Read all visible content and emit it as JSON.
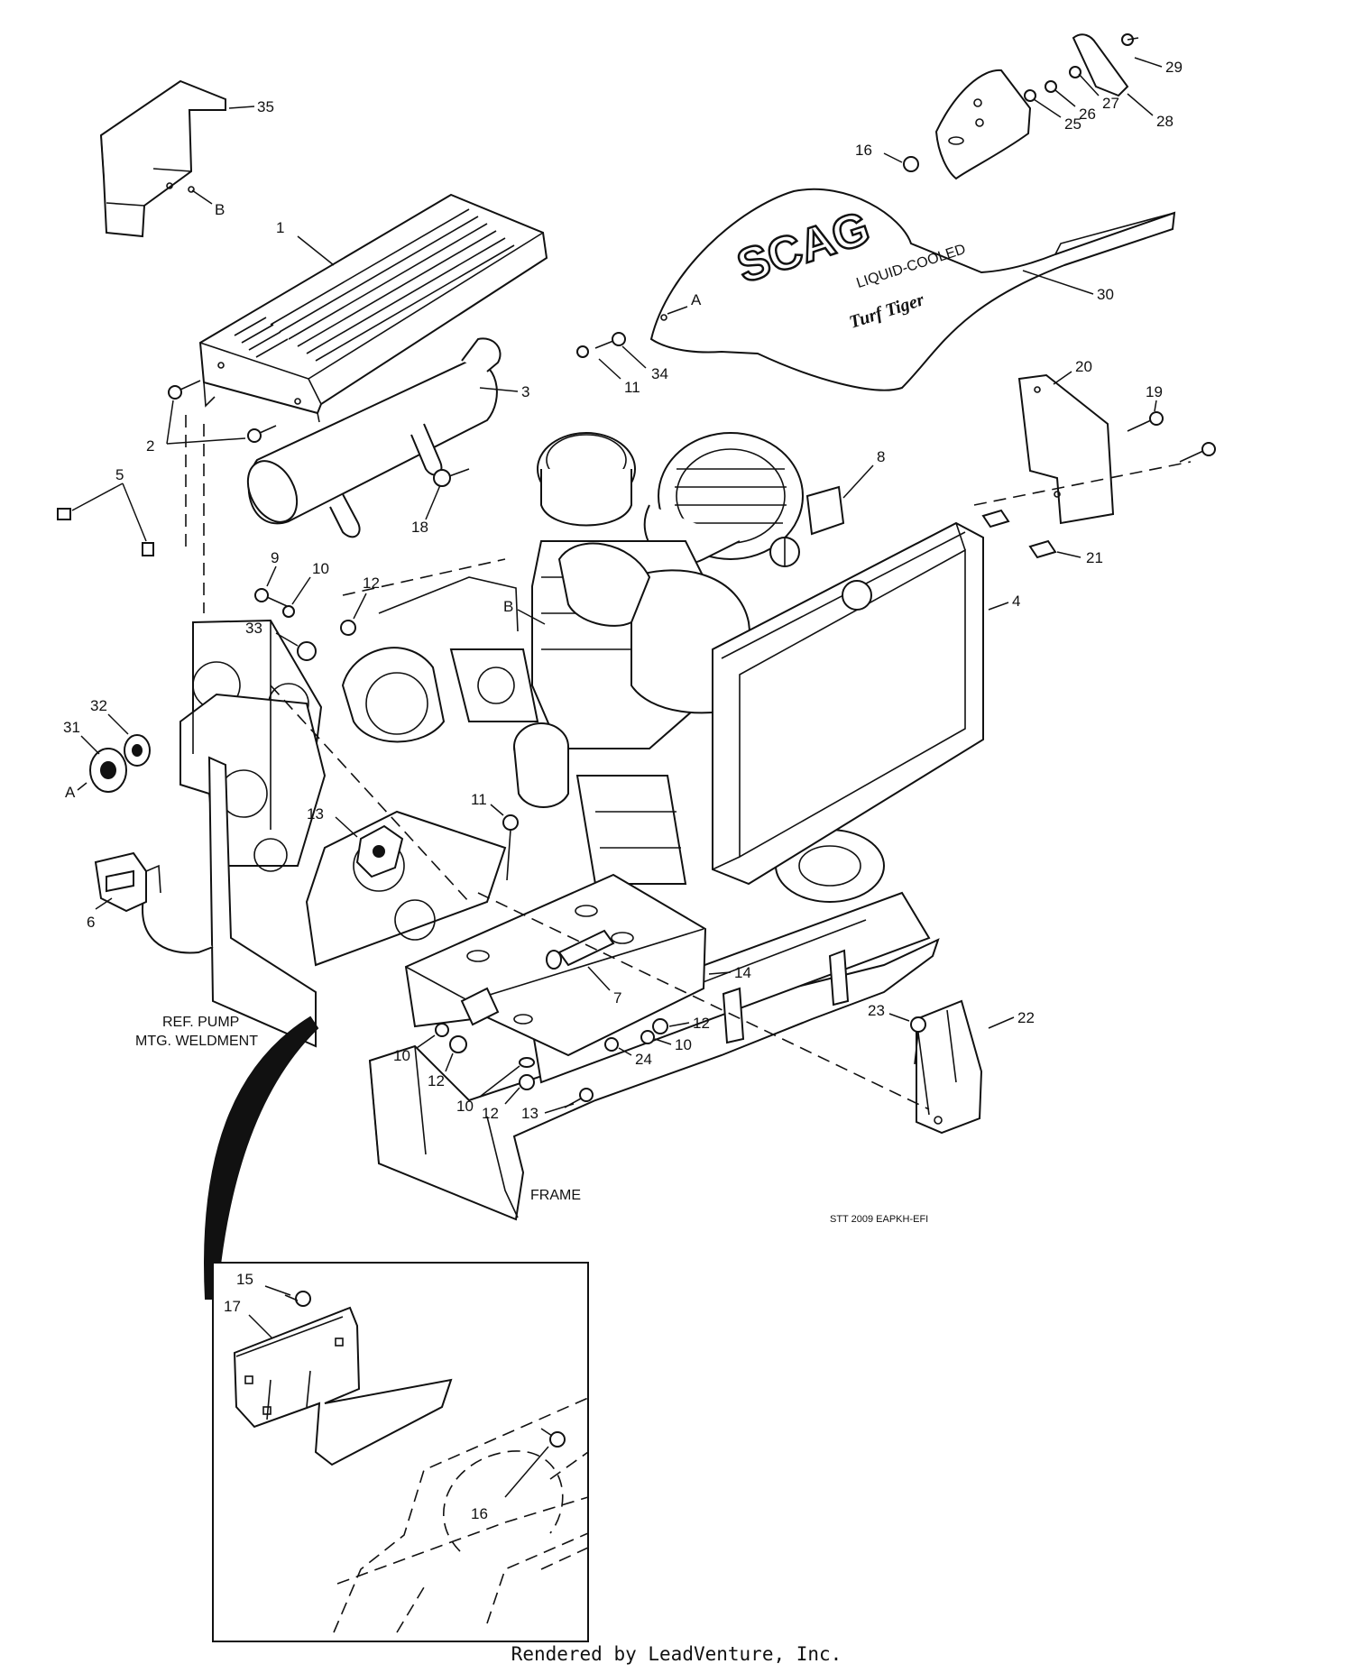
{
  "diagram": {
    "type": "exploded-parts-diagram",
    "brand_logo": "SCAG",
    "badge_text": "LIQUID-COOLED",
    "badge_script": "Turf Tiger",
    "drawing_code": "STT 2009 EAPKH-EFI",
    "ref_pump_line1": "REF. PUMP",
    "ref_pump_line2": "MTG. WELDMENT",
    "frame_label": "FRAME",
    "reference_letters": {
      "a": "A",
      "b": "B"
    },
    "callouts": [
      "1",
      "2",
      "3",
      "4",
      "5",
      "6",
      "7",
      "8",
      "9",
      "10",
      "11",
      "12",
      "13",
      "14",
      "15",
      "16",
      "17",
      "18",
      "19",
      "20",
      "21",
      "22",
      "23",
      "24",
      "25",
      "26",
      "27",
      "28",
      "29",
      "30",
      "31",
      "32",
      "33",
      "34",
      "35"
    ],
    "footer": "Rendered by LeadVenture, Inc."
  }
}
